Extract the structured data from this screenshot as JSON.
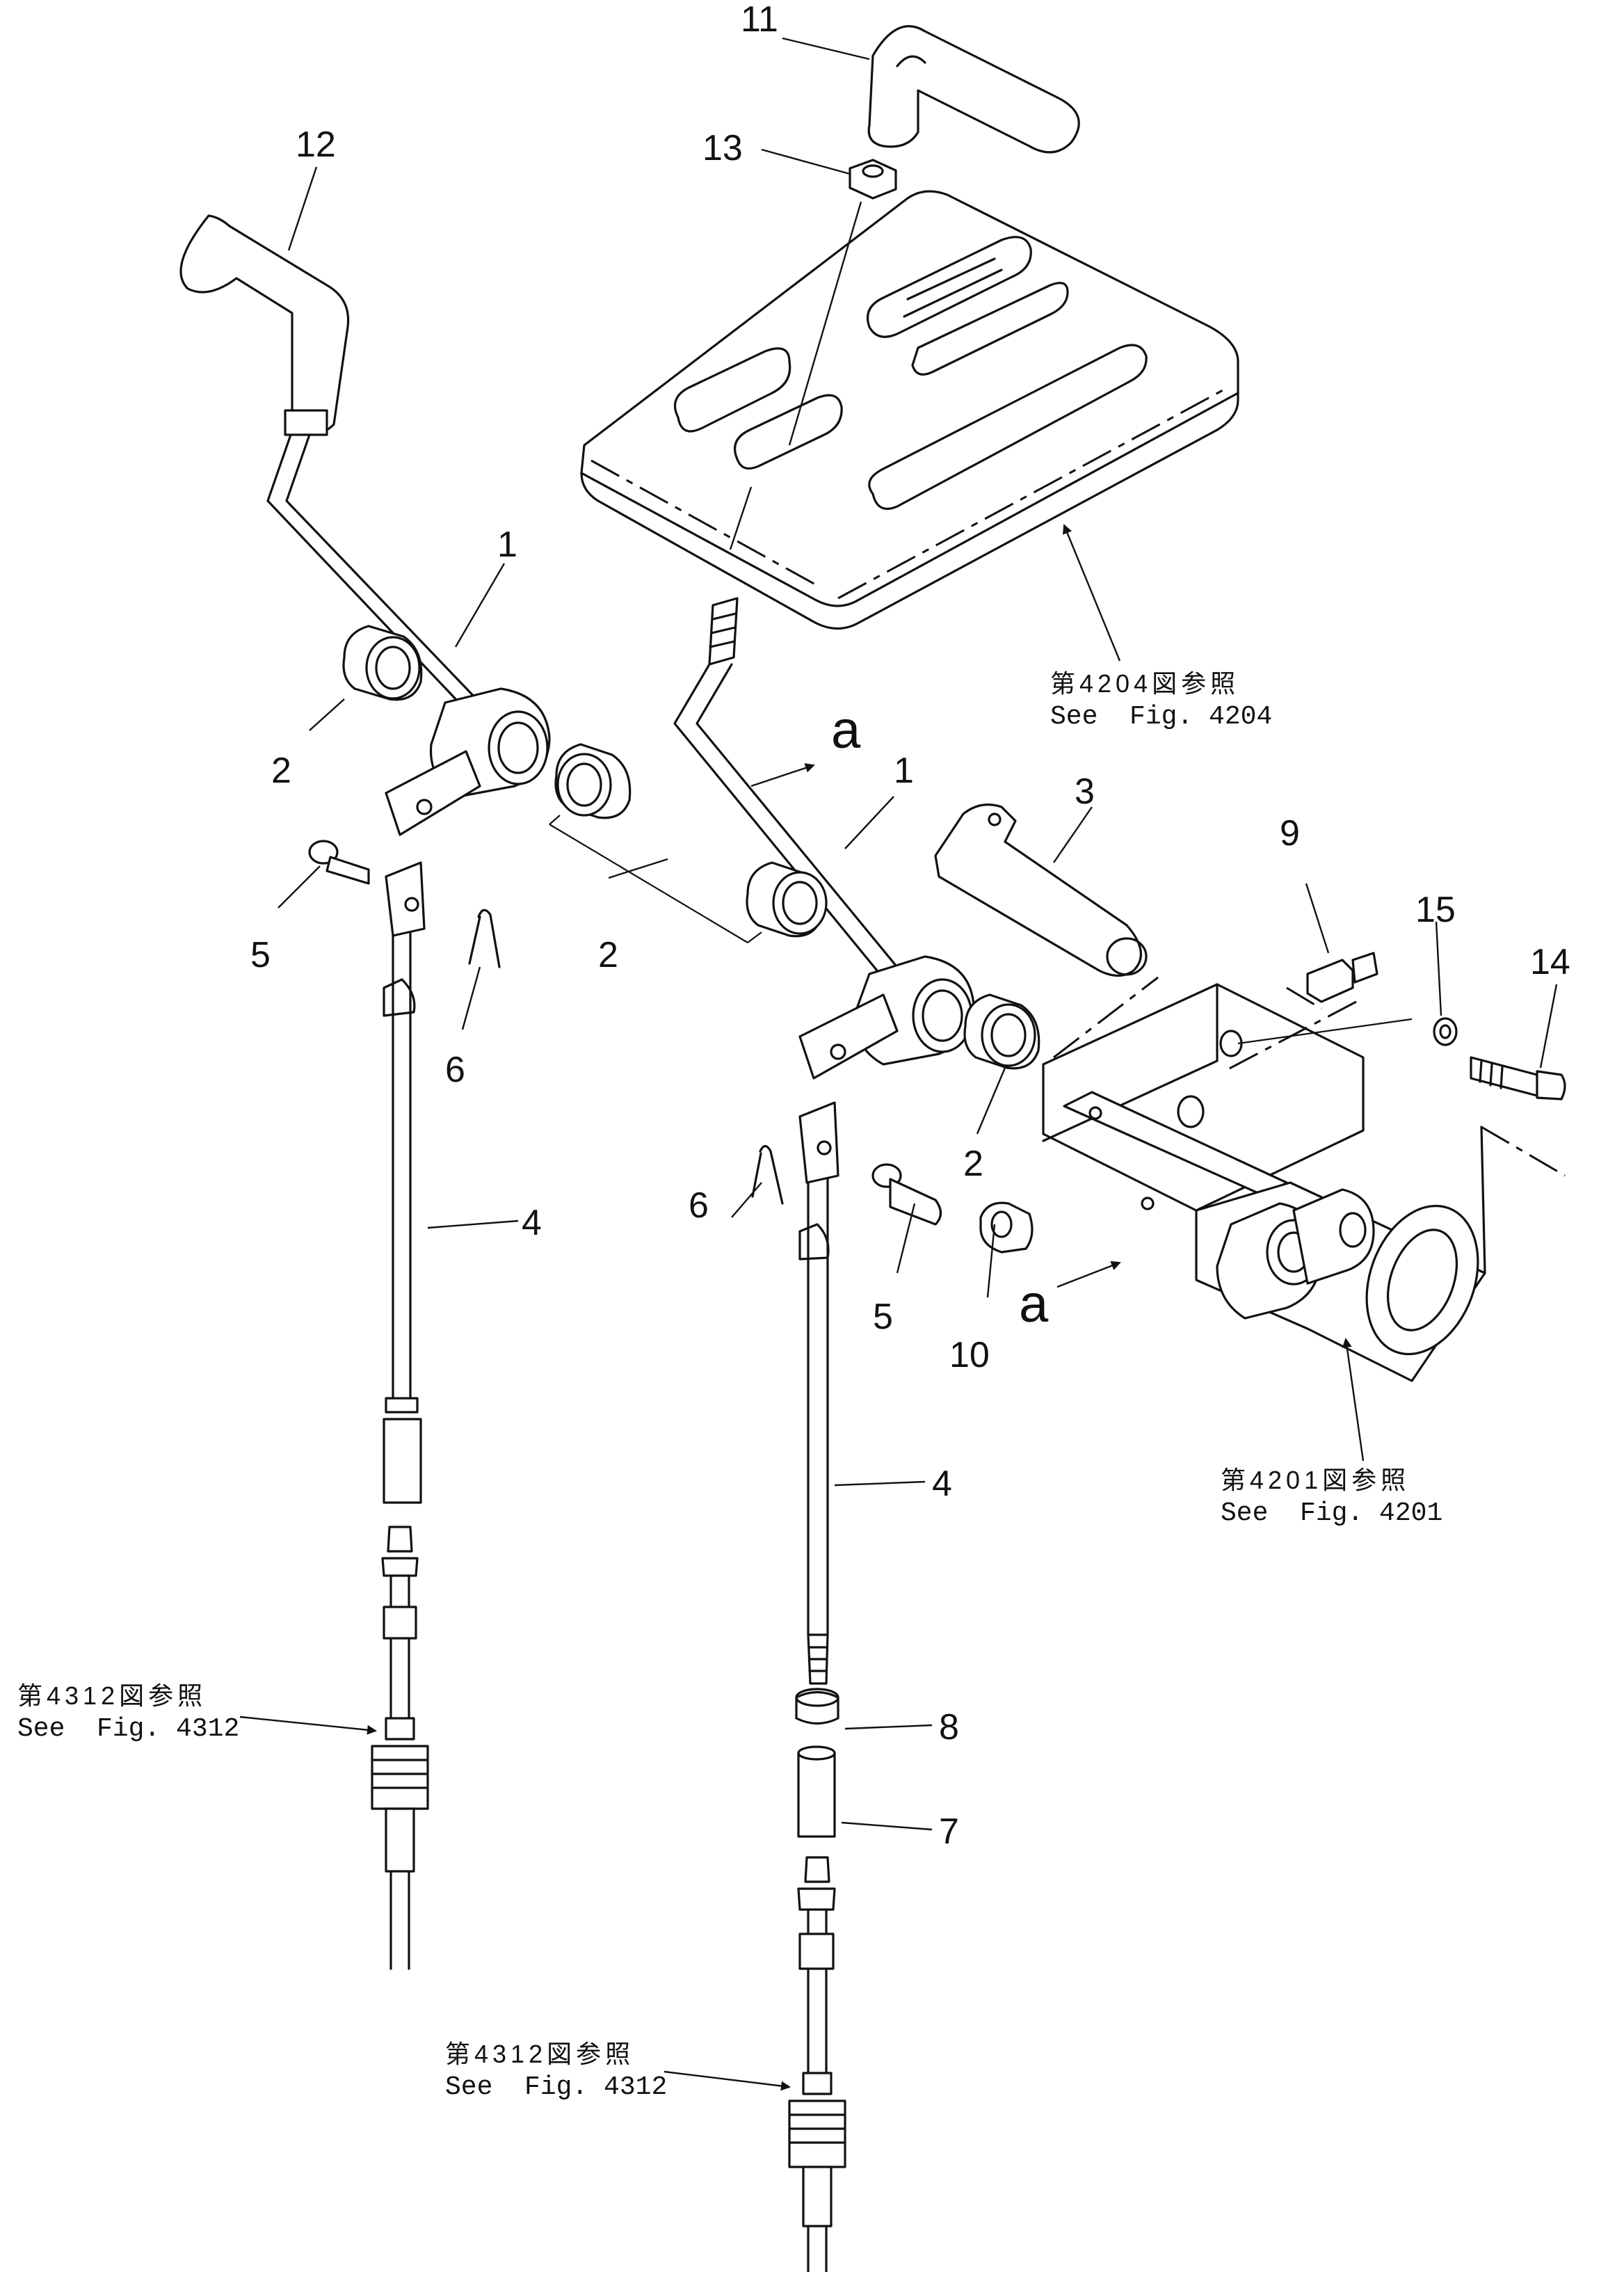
{
  "callouts": {
    "p11": "11",
    "p12": "12",
    "p13": "13",
    "p1a": "1",
    "p1b": "1",
    "p2a": "2",
    "p2b": "2",
    "p2c": "2",
    "p3": "3",
    "p4a": "4",
    "p4b": "4",
    "p5a": "5",
    "p5b": "5",
    "p6a": "6",
    "p6b": "6",
    "p7": "7",
    "p8": "8",
    "p9": "9",
    "p10": "10",
    "p14": "14",
    "p15": "15"
  },
  "view_markers": {
    "a_top": "a",
    "a_bottom": "a"
  },
  "references": {
    "fig4204": {
      "jp": "第4204図参照",
      "en": "See  Fig. 4204"
    },
    "fig4201": {
      "jp": "第4201図参照",
      "en": "See  Fig. 4201"
    },
    "fig4312_left": {
      "jp": "第4312図参照",
      "en": "See  Fig. 4312"
    },
    "fig4312_bottom": {
      "jp": "第4312図参照",
      "en": "See  Fig. 4312"
    }
  }
}
